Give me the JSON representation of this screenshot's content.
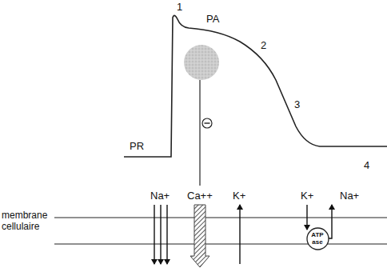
{
  "diagram": {
    "nodes": [
      {
        "text": [
          "ATP ase"
        ]
      }
    ],
    "edges": [],
    "labels": [
      "1",
      "PA",
      "2",
      "3",
      "4",
      "PR",
      "Na+",
      "Ca++",
      "K+",
      "K+",
      "Na+",
      "membrane cellulaire"
    ]
  }
}
